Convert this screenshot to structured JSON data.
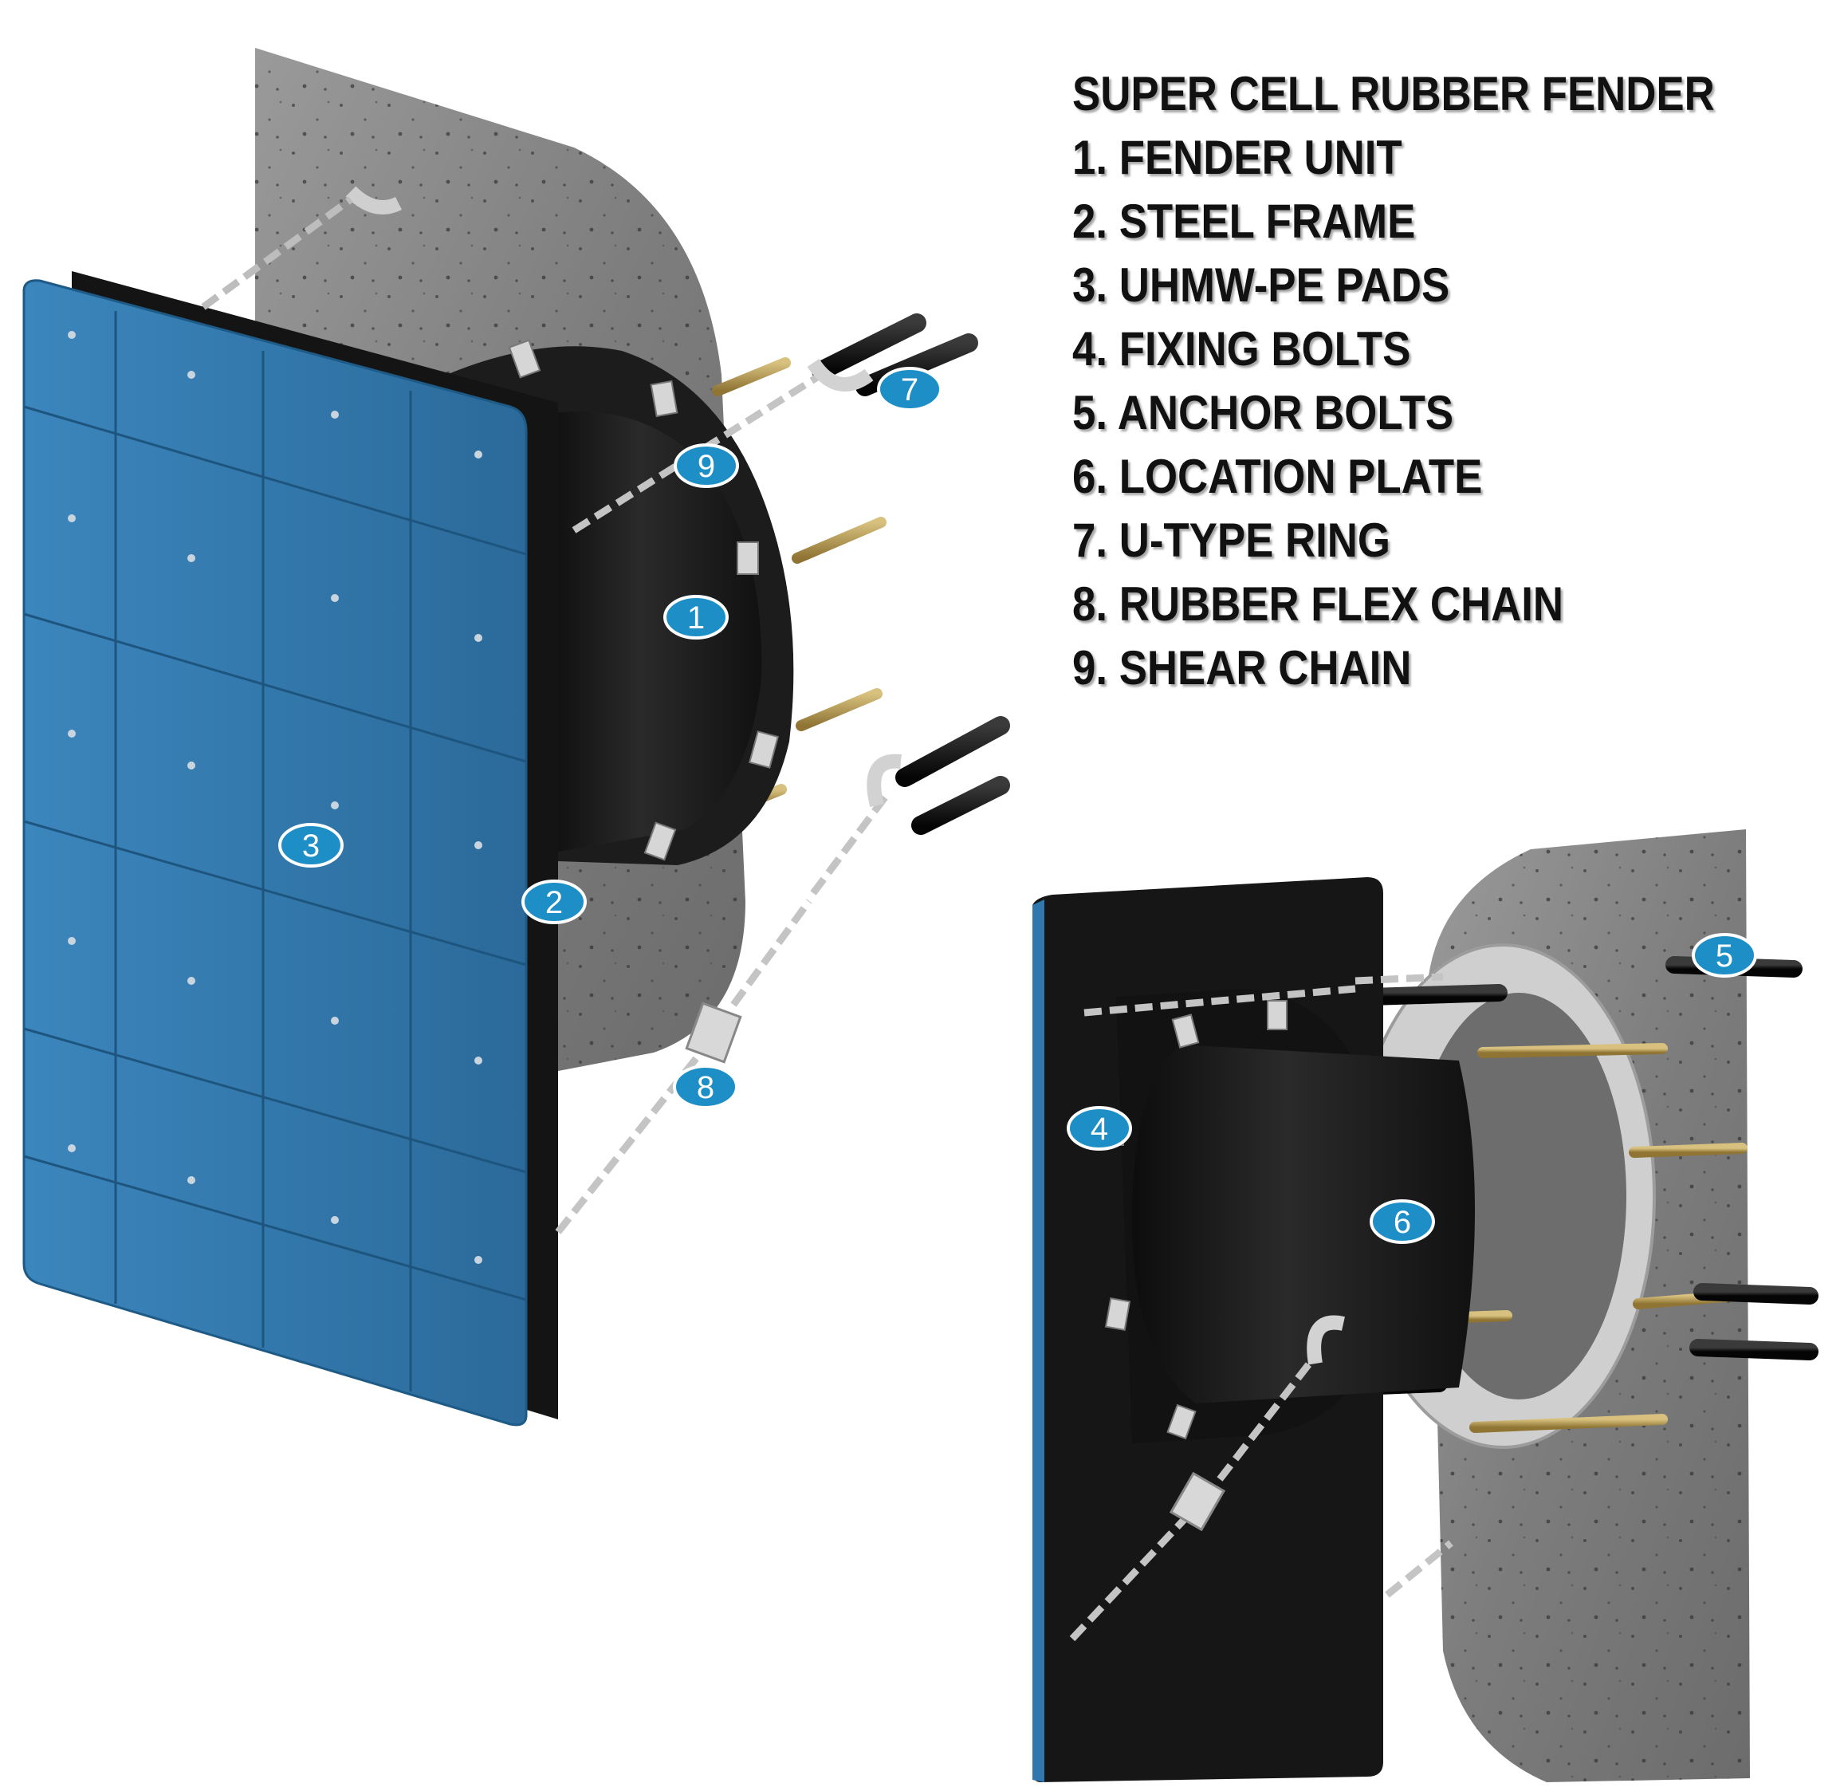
{
  "diagram": {
    "title": "SUPER CELL RUBBER FENDER",
    "legend": [
      "1. FENDER UNIT",
      "2. STEEL FRAME",
      "3. UHMW-PE PADS",
      "4. FIXING BOLTS",
      "5. ANCHOR BOLTS",
      "6. LOCATION PLATE",
      "7. U-TYPE RING",
      "8. RUBBER FLEX CHAIN",
      "9. SHEAR CHAIN"
    ],
    "callouts": {
      "c1": "1",
      "c2": "2",
      "c3": "3",
      "c4": "4",
      "c5": "5",
      "c6": "6",
      "c7": "7",
      "c8": "8",
      "c9": "9"
    }
  },
  "colors": {
    "pad_blue": "#2f6f9f",
    "rubber_black": "#1b1b1b",
    "concrete_grey": "#8a8a8a",
    "callout_fill": "#1e8fc6",
    "brass_bolt": "#b99a54"
  }
}
